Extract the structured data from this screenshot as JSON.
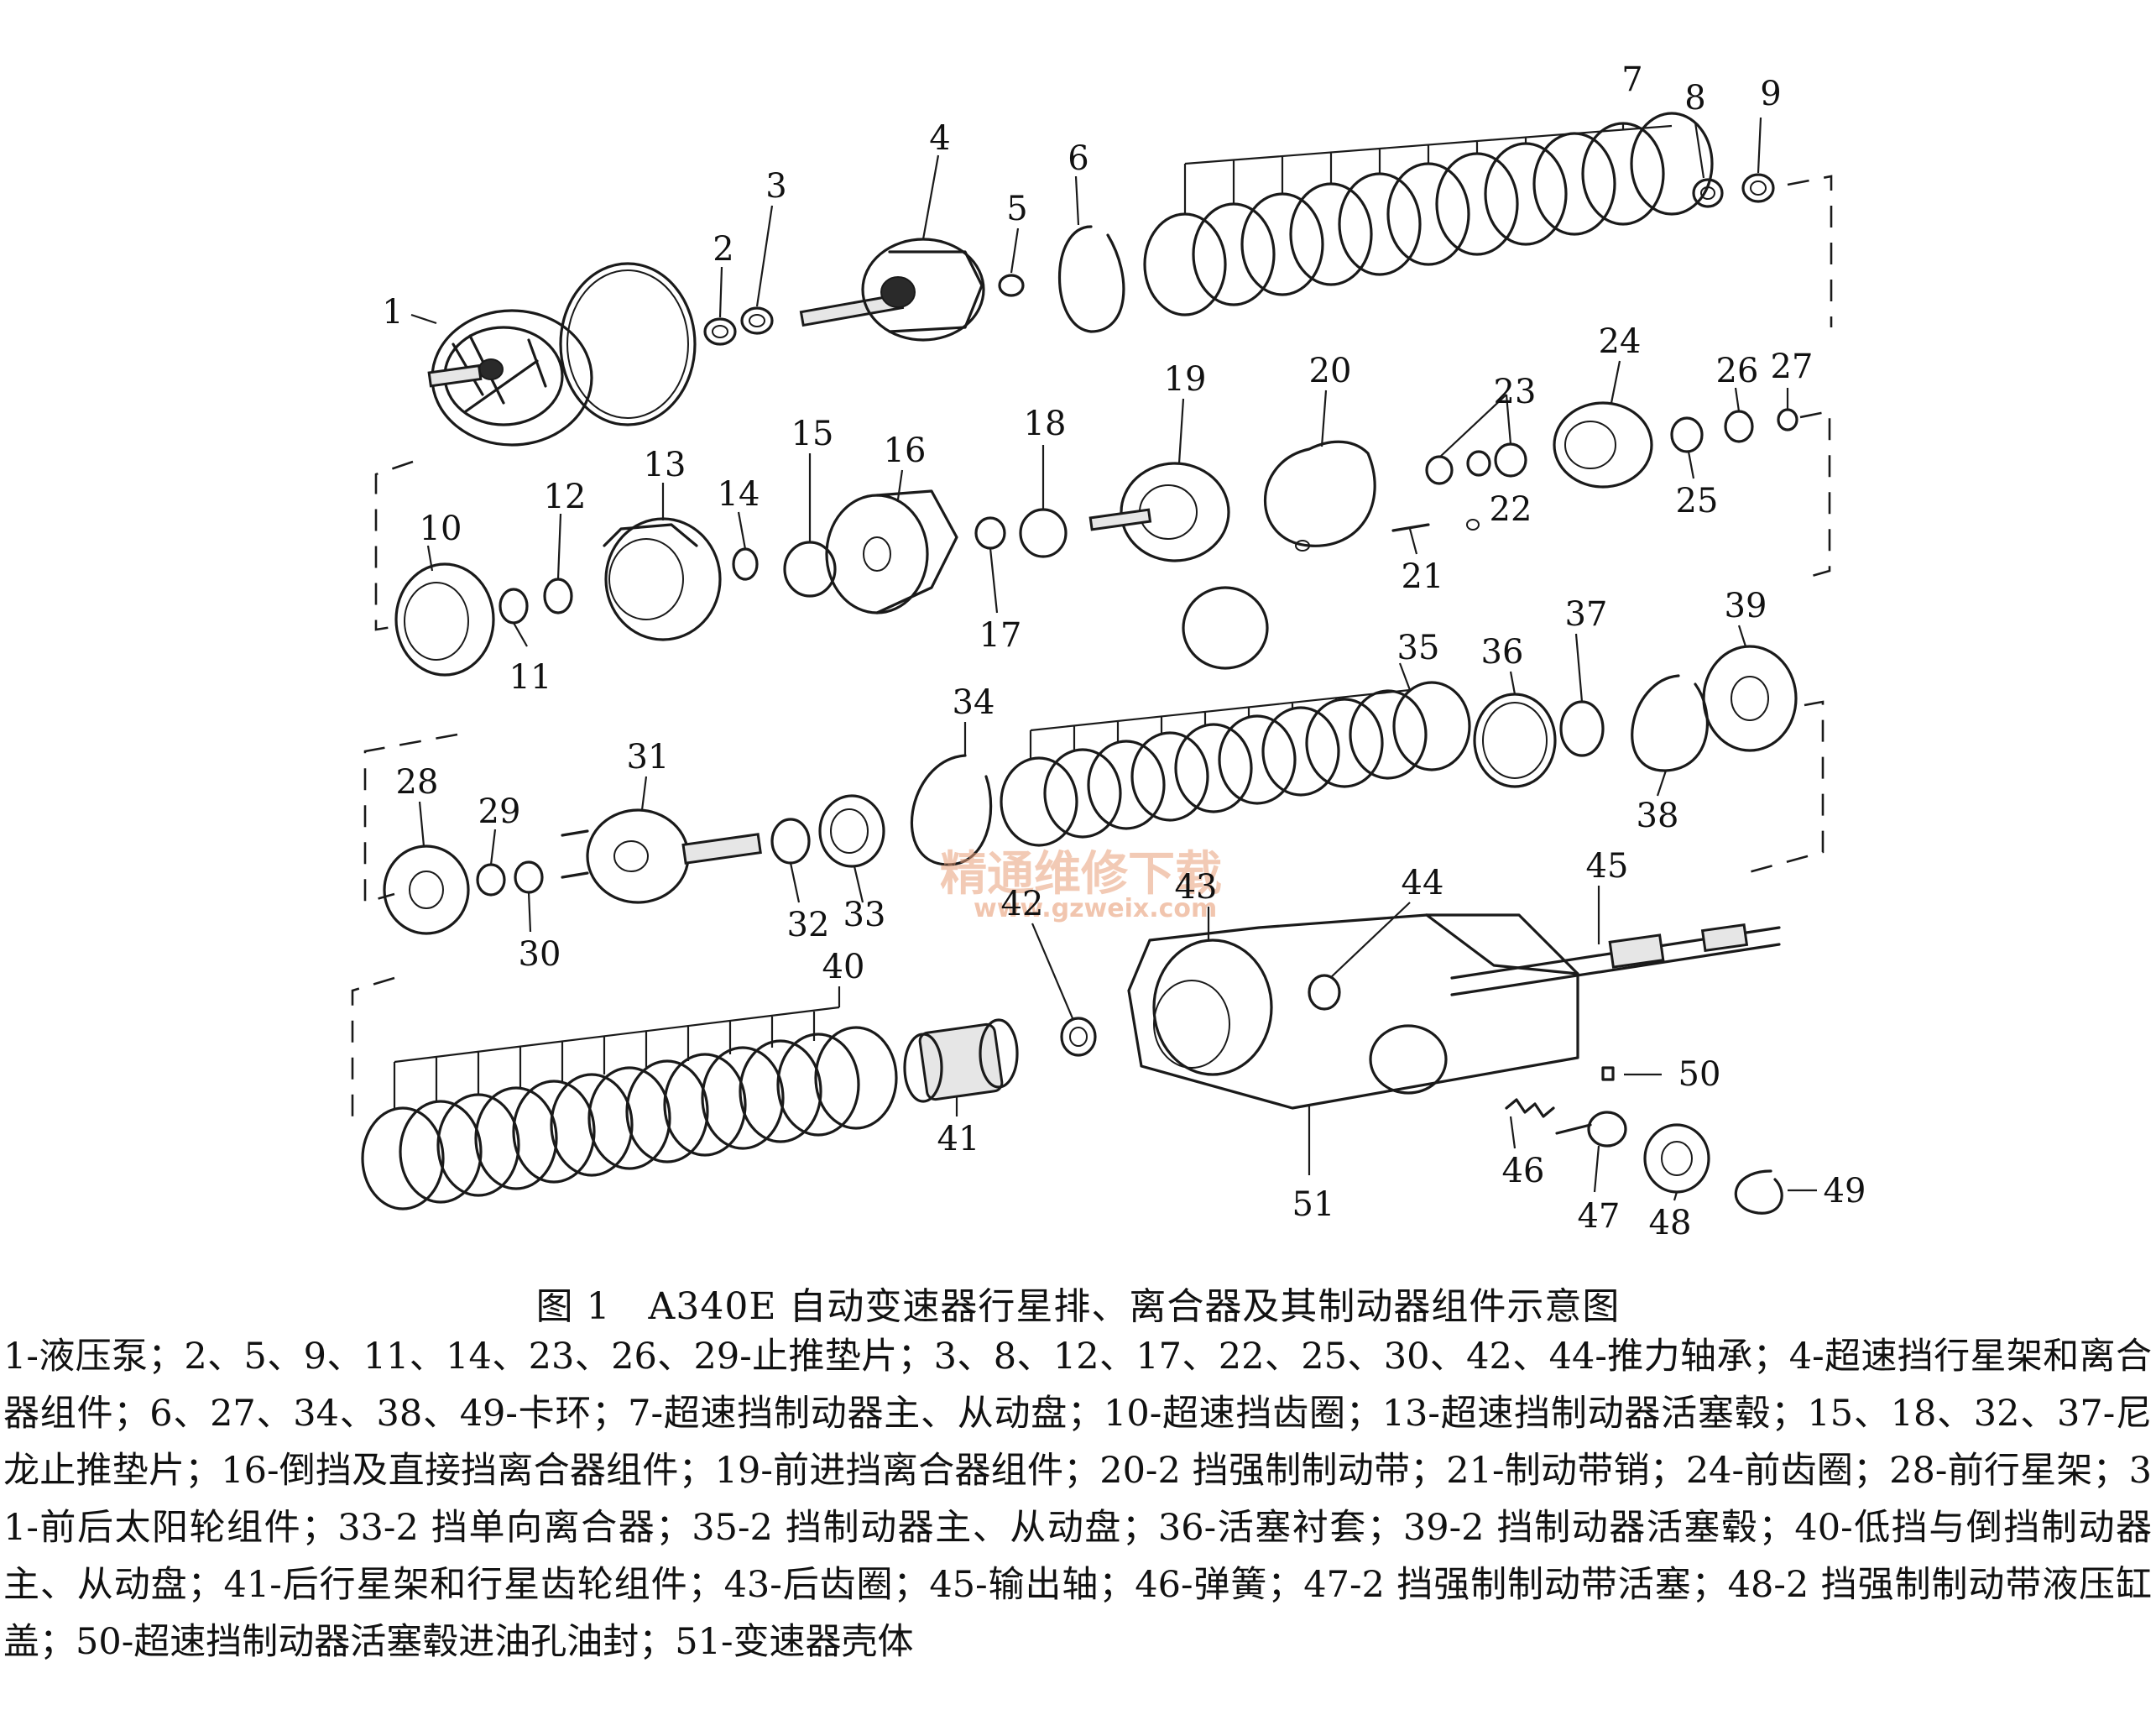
{
  "watermark": {
    "name": "精通维修下载",
    "url": "www.gzweix.com"
  },
  "part_numbers": [
    "1",
    "2",
    "3",
    "4",
    "5",
    "6",
    "7",
    "8",
    "9",
    "10",
    "11",
    "12",
    "13",
    "14",
    "15",
    "16",
    "17",
    "18",
    "19",
    "20",
    "21",
    "22",
    "23",
    "24",
    "25",
    "26",
    "27",
    "28",
    "29",
    "30",
    "31",
    "32",
    "33",
    "34",
    "35",
    "36",
    "37",
    "38",
    "39",
    "40",
    "41",
    "42",
    "43",
    "44",
    "45",
    "46",
    "47",
    "48",
    "49",
    "50",
    "51"
  ],
  "caption": "图 1　A340E 自动变速器行星排、离合器及其制动器组件示意图",
  "legend": "1-液压泵；2、5、9、11、14、23、26、29-止推垫片；3、8、12、17、22、25、30、42、44-推力轴承；4-超速挡行星架和离合器组件；6、27、34、38、49-卡环；7-超速挡制动器主、从动盘；10-超速挡齿圈；13-超速挡制动器活塞毂；15、18、32、37-尼龙止推垫片；16-倒挡及直接挡离合器组件；19-前进挡离合器组件；20-2 挡强制制动带；21-制动带销；24-前齿圈；28-前行星架；31-前后太阳轮组件；33-2 挡单向离合器；35-2 挡制动器主、从动盘；36-活塞衬套；39-2 挡制动器活塞毂；40-低挡与倒挡制动器主、从动盘；41-后行星架和行星齿轮组件；43-后齿圈；45-输出轴；46-弹簧；47-2 挡强制制动带活塞；48-2 挡强制制动带液压缸盖；50-超速挡制动器活塞毂进油孔油封；51-变速器壳体"
}
